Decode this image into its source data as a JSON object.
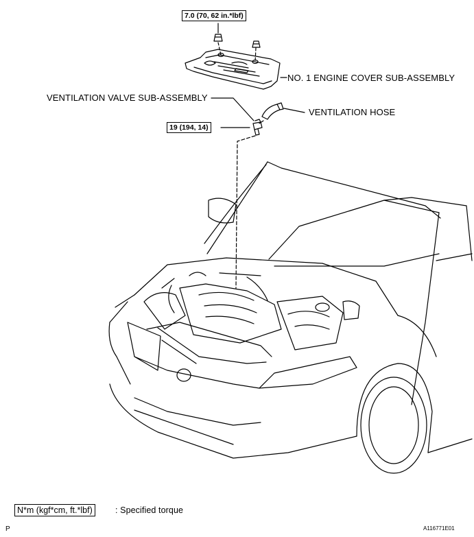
{
  "callouts": {
    "cover_torque": "7.0 (70, 62 in.*lbf)",
    "cover_label": "NO. 1 ENGINE COVER SUB-ASSEMBLY",
    "valve_label": "VENTILATION VALVE SUB-ASSEMBLY",
    "valve_torque": "19 (194, 14)",
    "hose_label": "VENTILATION HOSE"
  },
  "legend": {
    "unit": "N*m (kgf*cm, ft.*lbf)",
    "description": ": Specified torque"
  },
  "footer": {
    "left_mark": "P",
    "figure_code": "A116771E01"
  }
}
